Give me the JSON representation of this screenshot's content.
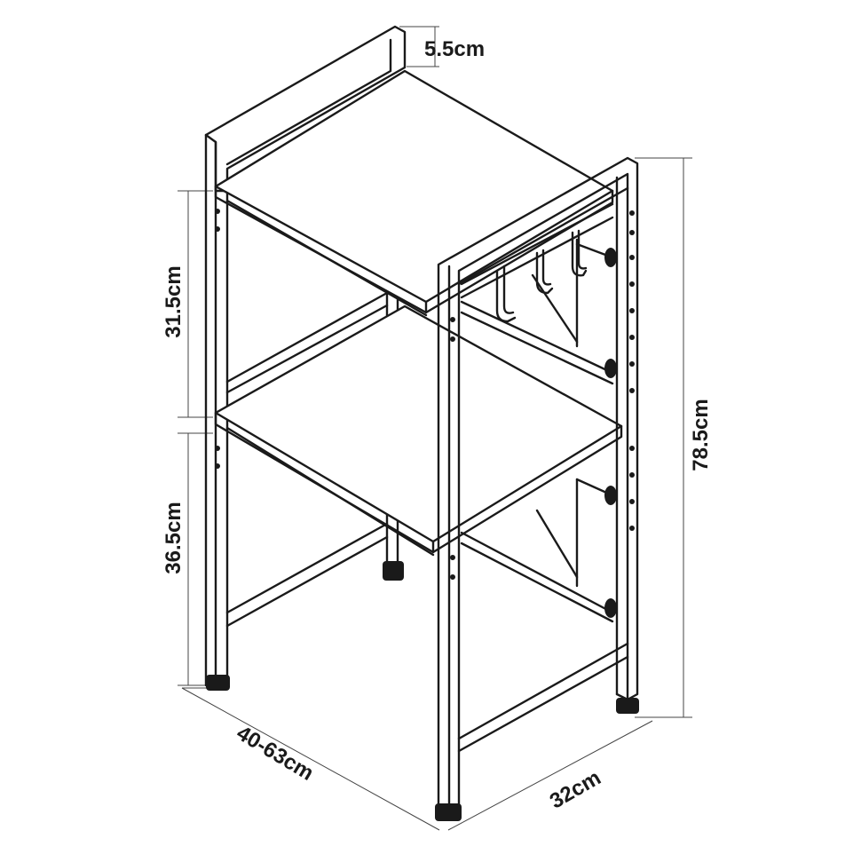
{
  "dimensions": {
    "top_frame_height": "5.5cm",
    "upper_shelf_gap": "31.5cm",
    "lower_shelf_gap": "36.5cm",
    "total_height": "78.5cm",
    "width_range": "40-63cm",
    "depth": "32cm"
  }
}
